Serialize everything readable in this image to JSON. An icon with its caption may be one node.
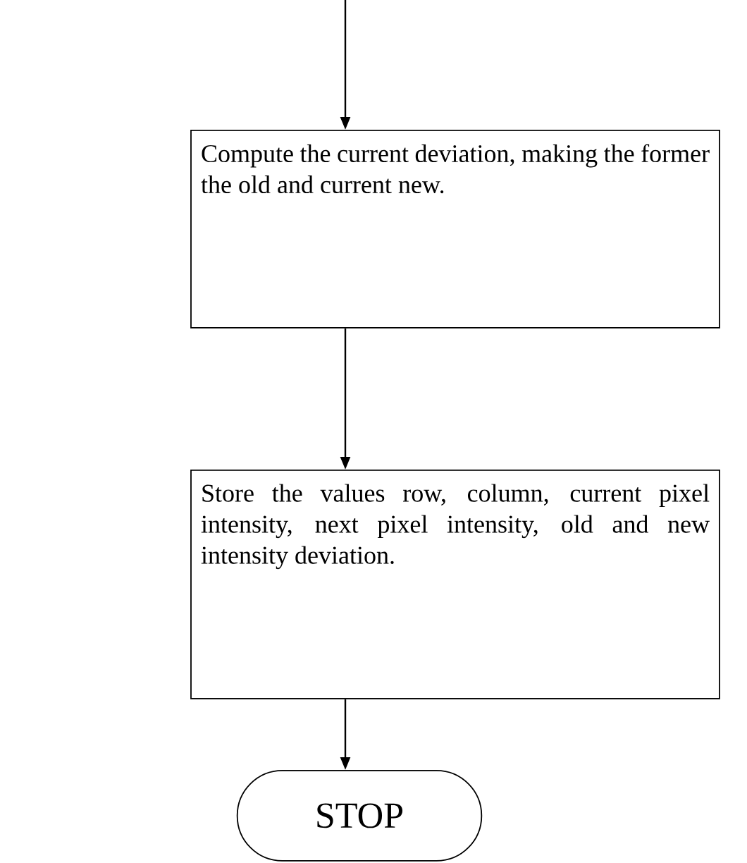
{
  "diagram": {
    "nodes": [
      {
        "text": [
          "Compute the current deviation, making the former the old and current new."
        ]
      },
      {
        "text": [
          "Store the values row, column, current pixel intensity, next pixel intensity, old and new intensity deviation."
        ]
      },
      {
        "text": [
          "STOP"
        ]
      }
    ],
    "edges": [
      {
        "from": null,
        "to": 0,
        "arrow": "to"
      },
      {
        "from": 0,
        "to": 1,
        "arrow": "to"
      },
      {
        "from": 1,
        "to": 2,
        "arrow": "to"
      }
    ]
  }
}
